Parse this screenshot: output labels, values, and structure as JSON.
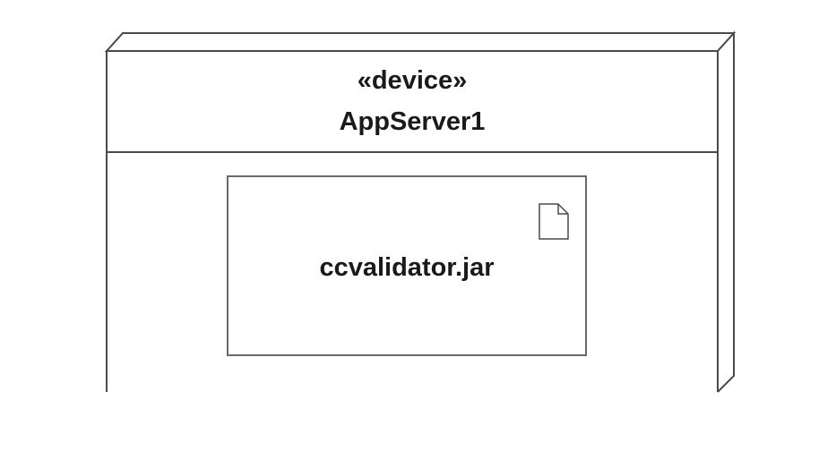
{
  "node": {
    "stereotype": "«device»",
    "name": "AppServer1"
  },
  "artifact": {
    "name": "ccvalidator.jar",
    "icon": "document-icon"
  },
  "colors": {
    "stroke": "#4a4a4a",
    "text": "#1a1a1a",
    "background": "#ffffff"
  }
}
